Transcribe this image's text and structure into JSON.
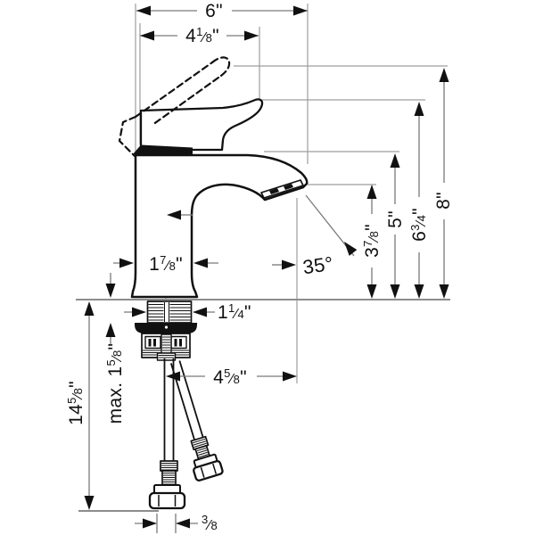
{
  "drawing": {
    "colors": {
      "line": "#111111",
      "extension_gray": "#9e9e9e",
      "dim_gray": "#7a7a7a",
      "background": "#ffffff"
    }
  },
  "labels": {
    "width_6": {
      "whole": "6",
      "unit": "\""
    },
    "reach_4_1_8": {
      "whole": "4",
      "num": "1",
      "slash": "⁄",
      "den": "8",
      "unit": "\""
    },
    "height_8": {
      "whole": "8",
      "unit": "\""
    },
    "height_6_3_4": {
      "whole": "6",
      "num": "3",
      "slash": "⁄",
      "den": "4",
      "unit": "\""
    },
    "height_5": {
      "whole": "5",
      "unit": "\""
    },
    "height_3_7_8": {
      "whole": "3",
      "num": "7",
      "slash": "⁄",
      "den": "8",
      "unit": "\""
    },
    "base_1_7_8": {
      "whole": "1",
      "num": "7",
      "slash": "⁄",
      "den": "8",
      "unit": "\""
    },
    "angle_35": {
      "whole": "35°"
    },
    "shank_1_1_4": {
      "whole": "1",
      "num": "1",
      "slash": "⁄",
      "den": "4",
      "unit": "\""
    },
    "max_thickness_1_5_8": {
      "pre": "max. ",
      "whole": "1",
      "num": "5",
      "slash": "⁄",
      "den": "8",
      "unit": "\""
    },
    "hose_14_5_8": {
      "whole": "14",
      "num": "5",
      "slash": "⁄",
      "den": "8",
      "unit": "\""
    },
    "tip_reach_4_5_8": {
      "whole": "4",
      "num": "5",
      "slash": "⁄",
      "den": "8",
      "unit": "\""
    },
    "connection_3_8": {
      "num": "3",
      "slash": "⁄",
      "den": "8"
    }
  }
}
